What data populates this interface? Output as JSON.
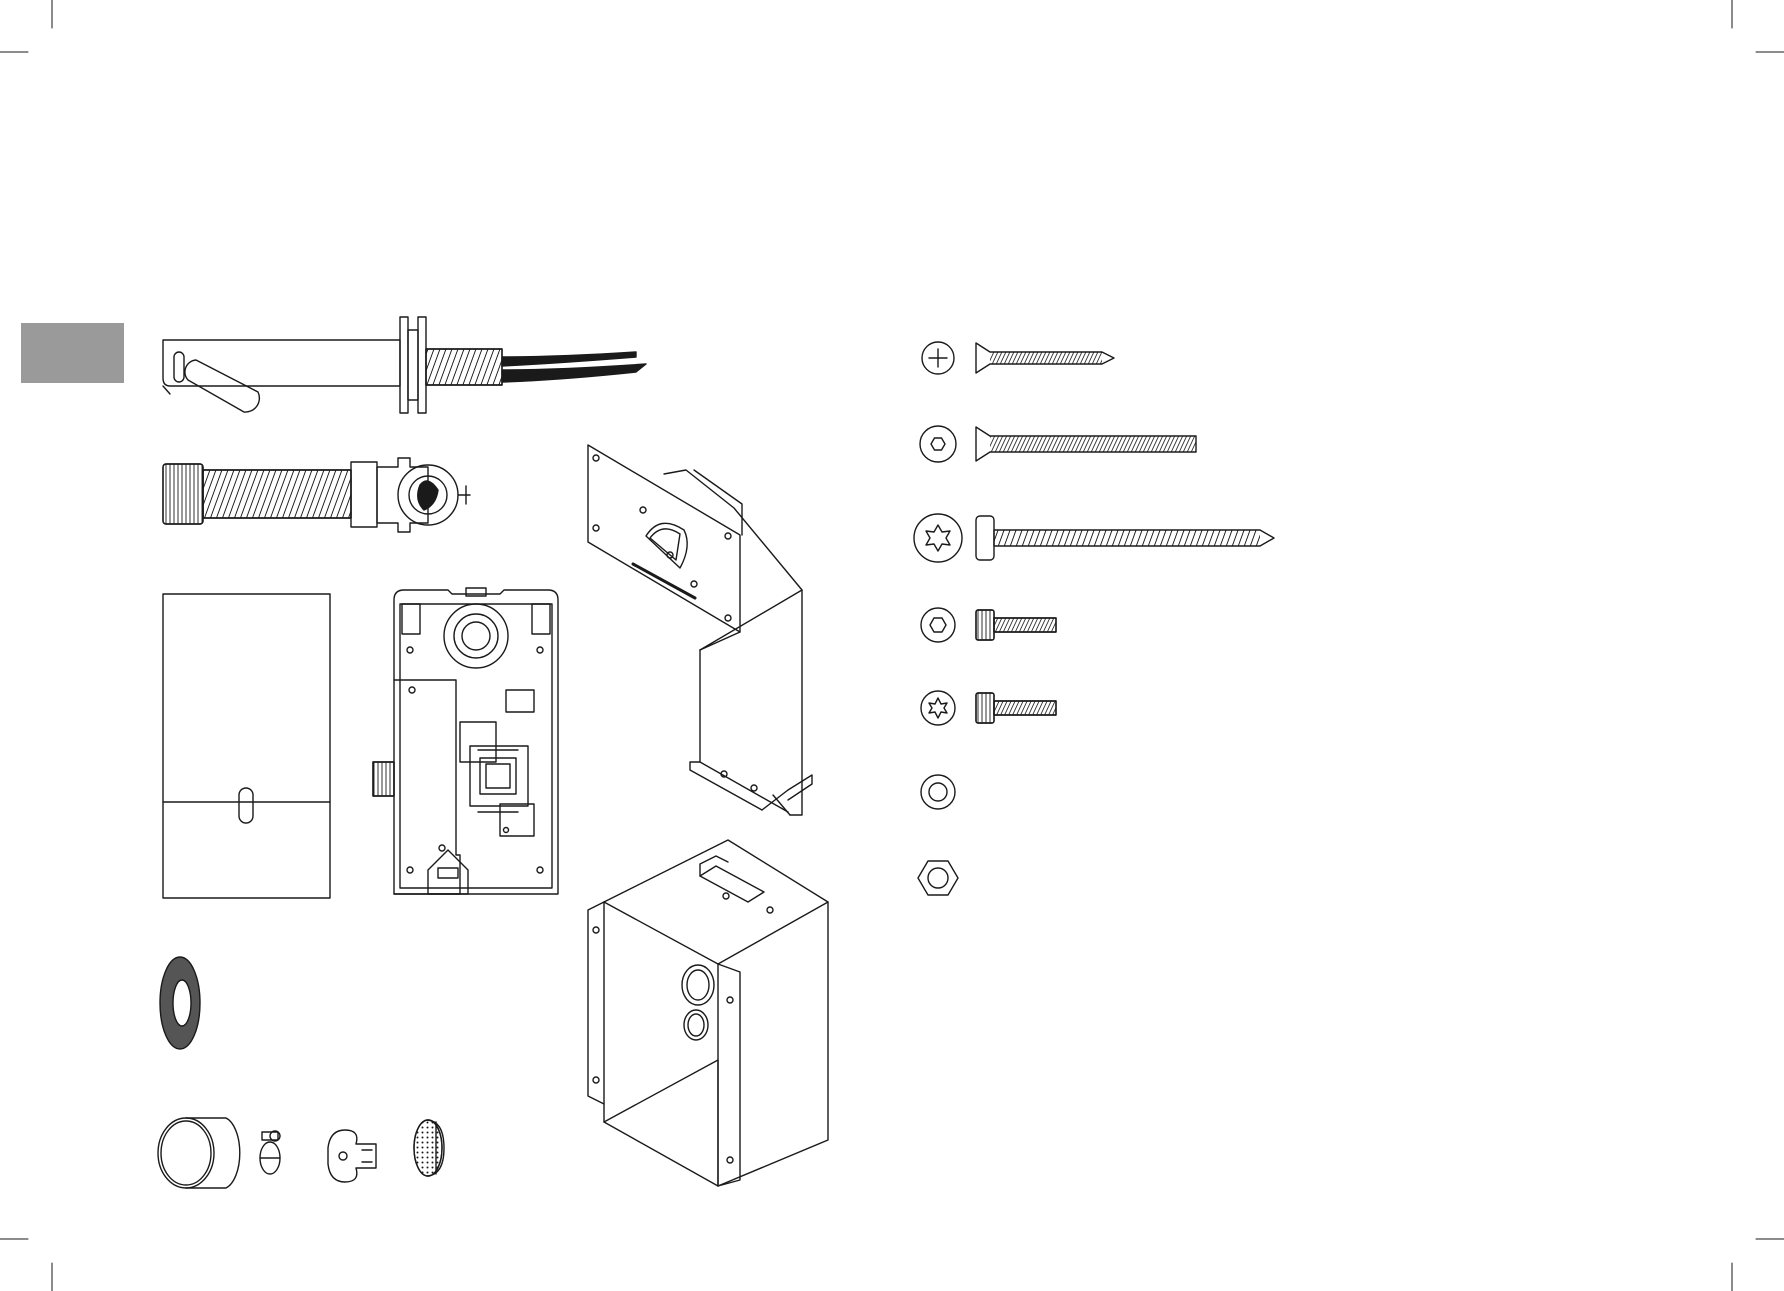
{
  "page": {
    "background": "#ffffff",
    "line_color": "#1a1a1a",
    "tab_marker_color": "#9a9a9a",
    "gasket_color": "#555555"
  },
  "parts_left": [
    {
      "name": "spout-faucet-body",
      "icon": "faucet-spout-icon"
    },
    {
      "name": "flexible-hose-with-connector",
      "icon": "flexible-hose-icon"
    },
    {
      "name": "cover-plate",
      "icon": "cover-plate-icon"
    },
    {
      "name": "control-unit-housing",
      "icon": "control-unit-icon"
    },
    {
      "name": "mounting-bracket",
      "icon": "mounting-bracket-icon"
    },
    {
      "name": "flush-mounting-box",
      "icon": "mounting-box-icon"
    },
    {
      "name": "rubber-gasket-ring",
      "icon": "gasket-ring-icon"
    },
    {
      "name": "sleeve-cap",
      "icon": "sleeve-cap-icon"
    },
    {
      "name": "hose-clamp",
      "icon": "hose-clamp-icon"
    },
    {
      "name": "key-tool",
      "icon": "key-tool-icon"
    },
    {
      "name": "aerator",
      "icon": "aerator-icon"
    }
  ],
  "fasteners": [
    {
      "name": "countersunk-phillips-wood-screw",
      "head": "phillips-head-icon"
    },
    {
      "name": "countersunk-hex-machine-screw",
      "head": "hex-socket-head-icon"
    },
    {
      "name": "torx-pan-head-wood-screw",
      "head": "torx-head-icon"
    },
    {
      "name": "hex-socket-cap-screw",
      "head": "hex-socket-head-icon"
    },
    {
      "name": "torx-cap-screw",
      "head": "torx-head-icon"
    },
    {
      "name": "washer",
      "head": "washer-icon"
    },
    {
      "name": "hex-nut",
      "head": "hex-nut-icon"
    }
  ]
}
